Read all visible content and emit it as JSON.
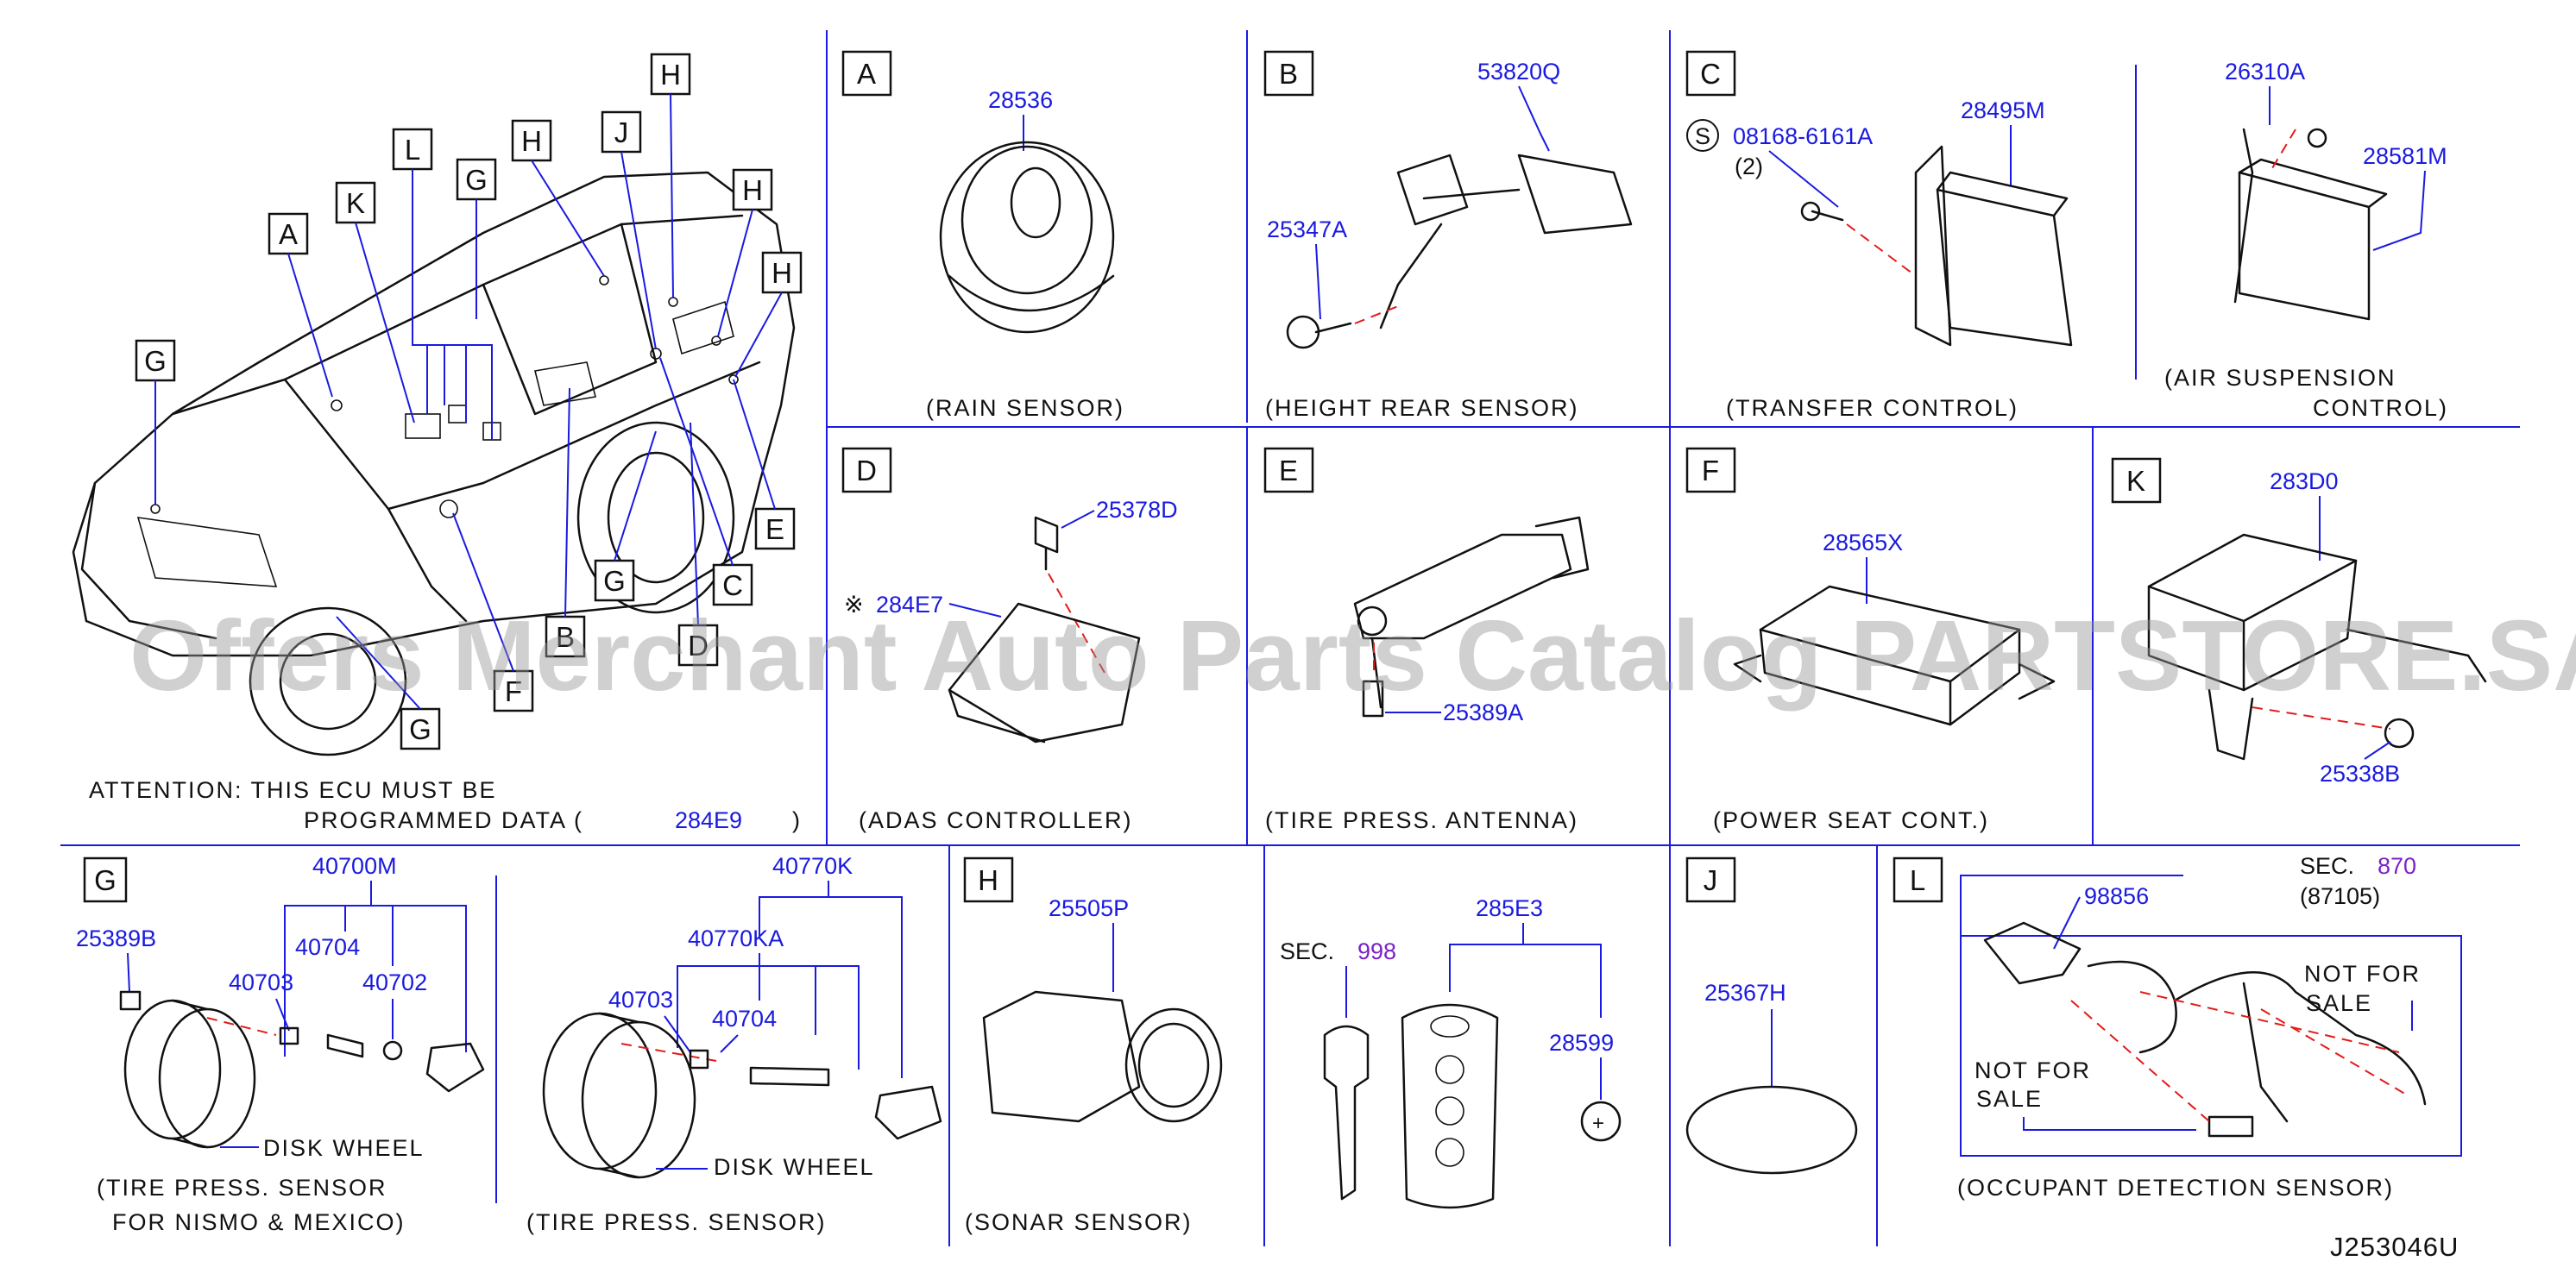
{
  "diagram_code": "J253046U",
  "watermark": "Offers Merchant Auto Parts Catalog PARTSTORE.SA",
  "colors": {
    "part_number": "#1a1ae0",
    "section_ref": "#7a22c8",
    "leader_dashed": "#e21b1b",
    "grid": "#1a1ae0"
  },
  "overview": {
    "callouts": [
      "A",
      "K",
      "L",
      "G",
      "H",
      "J",
      "H",
      "H",
      "H",
      "G",
      "E",
      "C",
      "G",
      "B",
      "D",
      "F",
      "G"
    ],
    "attention": {
      "line1": "ATTENTION:  THIS  ECU  MUST  BE",
      "line2": "PROGRAMMED  DATA  (",
      "part": "284E9",
      "close": ")"
    }
  },
  "panels": {
    "A": {
      "letter": "A",
      "caption": "(RAIN   SENSOR)",
      "parts": [
        "28536"
      ]
    },
    "B": {
      "letter": "B",
      "caption": "(HEIGHT   REAR   SENSOR)",
      "parts": [
        "53820Q",
        "25347A"
      ]
    },
    "C": {
      "letter": "C",
      "caption": "(TRANSFER   CONTROL)",
      "s_mark": "S",
      "bolt": "08168-6161A",
      "bolt_qty": "(2)",
      "parts": [
        "28495M"
      ]
    },
    "C2": {
      "caption_line1": "(AIR   SUSPENSION",
      "caption_line2": "CONTROL)",
      "parts": [
        "26310A",
        "28581M"
      ]
    },
    "D": {
      "letter": "D",
      "caption": "(ADAS   CONTROLLER)",
      "mark": "※",
      "parts": [
        "25378D",
        "284E7"
      ]
    },
    "E": {
      "letter": "E",
      "caption": "(TIRE   PRESS.   ANTENNA)",
      "parts": [
        "25389A"
      ]
    },
    "F": {
      "letter": "F",
      "caption": "(POWER   SEAT   CONT.)",
      "parts": [
        "28565X"
      ]
    },
    "K": {
      "letter": "K",
      "caption": "",
      "parts": [
        "283D0",
        "25338B"
      ]
    },
    "G": {
      "letter": "G",
      "caption_line1": "(TIRE   PRESS.   SENSOR",
      "caption_line2": "FOR   NISMO   &   MEXICO)",
      "wheel": "DISK   WHEEL",
      "parts": [
        "40700M",
        "25389B",
        "40704",
        "40703",
        "40702"
      ]
    },
    "G2": {
      "caption": "(TIRE   PRESS.   SENSOR)",
      "wheel": "DISK   WHEEL",
      "parts": [
        "40770K",
        "40770KA",
        "40703",
        "40704"
      ]
    },
    "H": {
      "letter": "H",
      "caption": "(SONAR   SENSOR)",
      "parts": [
        "25505P"
      ]
    },
    "key": {
      "sec_label": "SEC.",
      "sec_num": "998",
      "parts": [
        "285E3",
        "28599"
      ]
    },
    "J": {
      "letter": "J",
      "parts": [
        "25367H"
      ]
    },
    "L": {
      "letter": "L",
      "caption": "(OCCUPANT   DETECTION   SENSOR)",
      "sec_label": "SEC.",
      "sec_num": "870",
      "sec_sub": "(87105)",
      "parts": [
        "98856"
      ],
      "nfs1_line1": "NOT   FOR",
      "nfs1_line2": "SALE",
      "nfs2_line1": "NOT   FOR",
      "nfs2_line2": "SALE"
    }
  }
}
